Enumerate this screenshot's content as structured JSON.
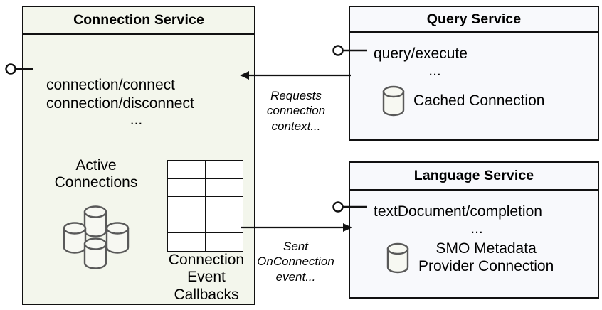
{
  "diagram": {
    "type": "uml-component-diagram",
    "background": "#ffffff"
  },
  "colors": {
    "connection_service_fill": "#f3f6ec",
    "service_fill": "#f8f9fc",
    "stroke": "#111111",
    "cylinder_stroke": "#595959",
    "cylinder_fill": "#f7f8f2"
  },
  "components": {
    "connection_service": {
      "title": "Connection Service",
      "operations": [
        "connection/connect",
        "connection/disconnect"
      ],
      "operations_more": "...",
      "active_connections_label": "Active\nConnections",
      "active_connections_label_lines": [
        "Active",
        "Connections"
      ],
      "callbacks_label_lines": [
        "Connection",
        "Event",
        "Callbacks"
      ],
      "callback_table": {
        "rows": 5,
        "columns": 2
      }
    },
    "query_service": {
      "title": "Query Service",
      "operations": [
        "query/execute"
      ],
      "operations_more": "...",
      "resource_label": "Cached Connection"
    },
    "language_service": {
      "title": "Language Service",
      "operations": [
        "textDocument/completion"
      ],
      "operations_more": "...",
      "resource_label_lines": [
        "SMO Metadata",
        "Provider Connection"
      ]
    }
  },
  "connectors": [
    {
      "id": "requests-connection-context",
      "from": "query_service",
      "to": "connection_service",
      "direction": "left",
      "label_lines": [
        "Requests",
        "connection",
        "context..."
      ]
    },
    {
      "id": "sent-onconnection-event",
      "from": "connection_service",
      "to": "language_service",
      "direction": "right",
      "label_lines": [
        "Sent",
        "OnConnection",
        "event..."
      ]
    }
  ],
  "interfaces": [
    {
      "id": "connection-service-provided",
      "owner": "connection_service"
    },
    {
      "id": "query-service-provided",
      "owner": "query_service"
    },
    {
      "id": "language-service-provided",
      "owner": "language_service"
    }
  ]
}
